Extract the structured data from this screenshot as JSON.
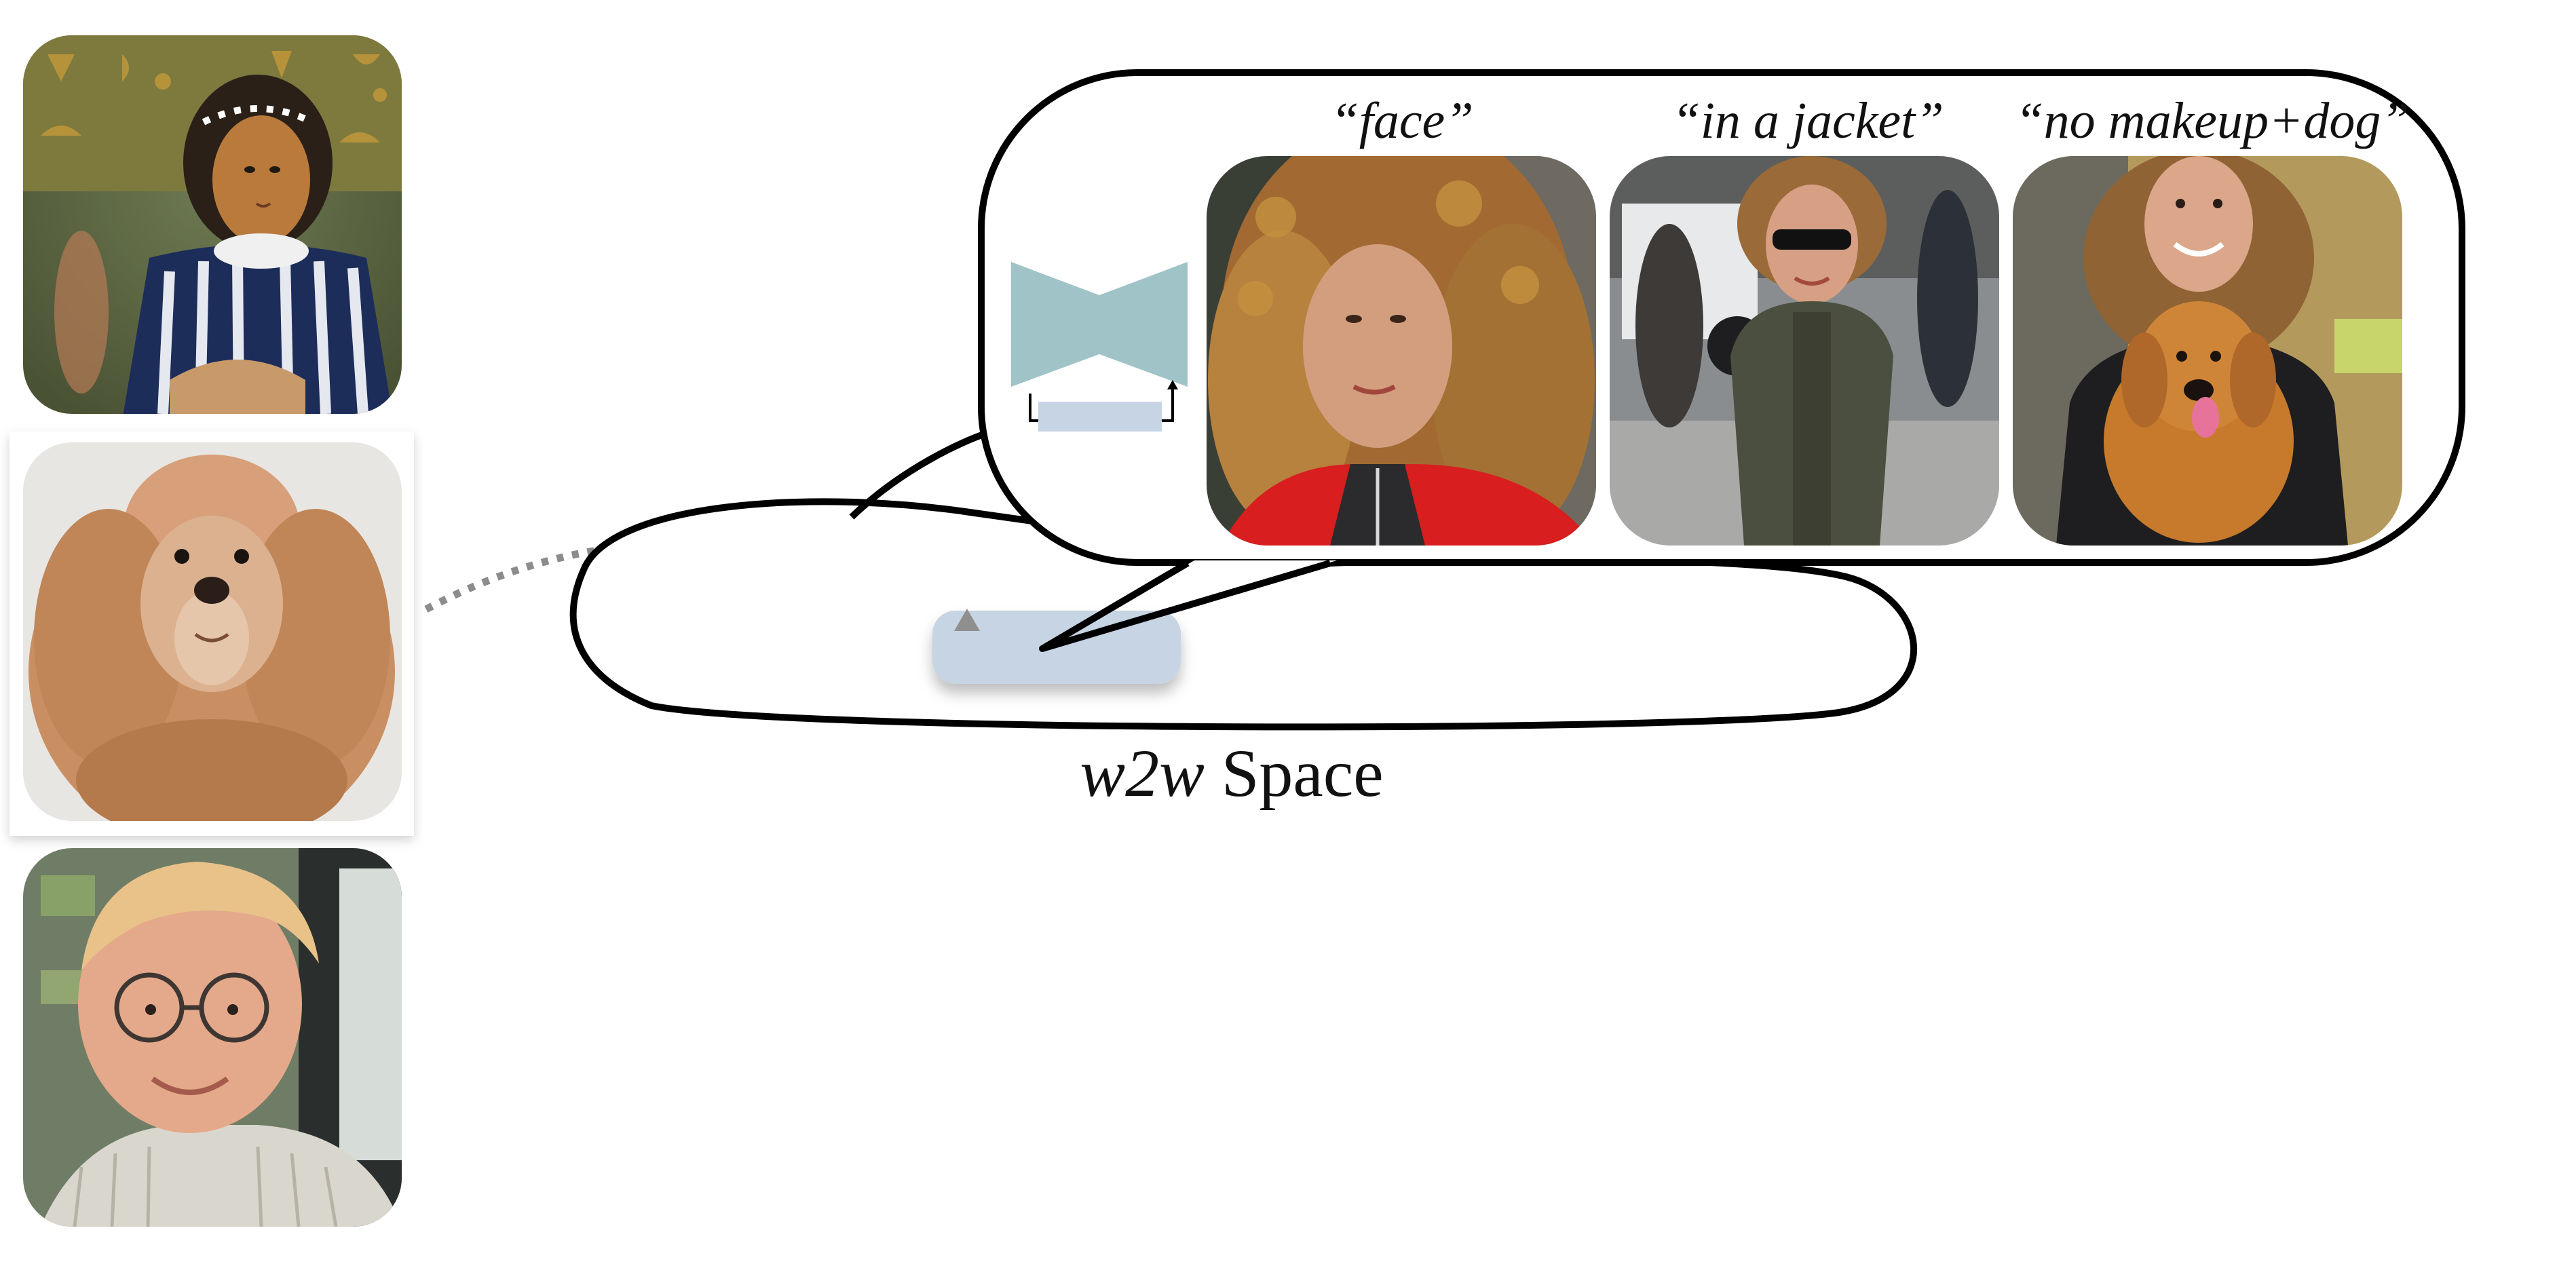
{
  "input_images": [
    {
      "name": "painting-portrait"
    },
    {
      "name": "poodle-photo"
    },
    {
      "name": "man-portrait"
    }
  ],
  "space_label": {
    "italic": "w2w",
    "plain": "Space"
  },
  "generations": [
    {
      "caption": "“face”"
    },
    {
      "caption": "“in a jacket”"
    },
    {
      "caption": "“no makeup+dog”"
    }
  ],
  "colors": {
    "network": "#9fc3c7",
    "weight_bar": "#c7d4e3",
    "outline": "#000000",
    "dotted_arrow": "#8c8c8c"
  }
}
